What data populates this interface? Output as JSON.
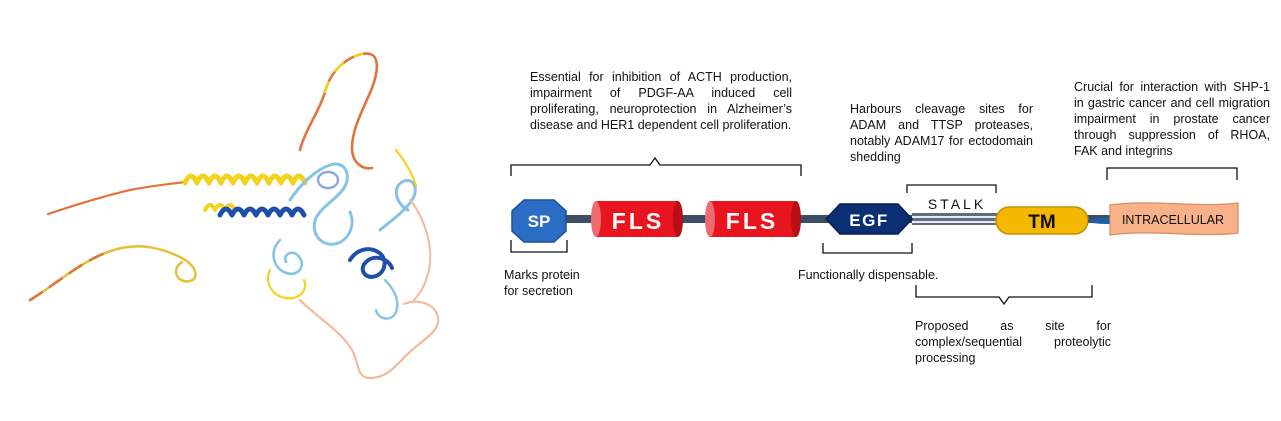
{
  "domains": {
    "sp": "SP",
    "fls1": "FLS",
    "fls2": "FLS",
    "egf": "EGF",
    "stalk": "STALK",
    "tm": "TM",
    "intracellular": "INTRACELLULAR"
  },
  "annotations": {
    "fls": "Essential for inhibition of ACTH production, impairment of PDGF-AA induced cell proliferating, neuroprotection in Alzheimer’s disease and HER1 dependent cell proliferation.",
    "stalk_top": "Harbours cleavage sites for ADAM and TTSP proteases, notably ADAM17 for ectodomain shedding",
    "intracellular": "Crucial for interaction with SHP-1 in gastric cancer and cell migration impairment in prostate cancer through suppression of RHOA, FAK and integrins",
    "sp": "Marks protein for secretion",
    "egf": "Functionally dispensable.",
    "stalk_bottom": "Proposed as site for complex/sequential proteolytic processing"
  },
  "colors": {
    "sp": "#2b6cc4",
    "fls": "#e8141e",
    "egf": "#0b2f73",
    "tm": "#f5b800",
    "intracellular": "#f7b28a",
    "linker": "#3c4e63",
    "structure_yellow": "#f2d21b",
    "structure_orange": "#e2733a",
    "structure_lightblue": "#86c3e8",
    "structure_darkblue": "#1f4fa8"
  },
  "structure_image": "protein-3d-ribbon-structure"
}
